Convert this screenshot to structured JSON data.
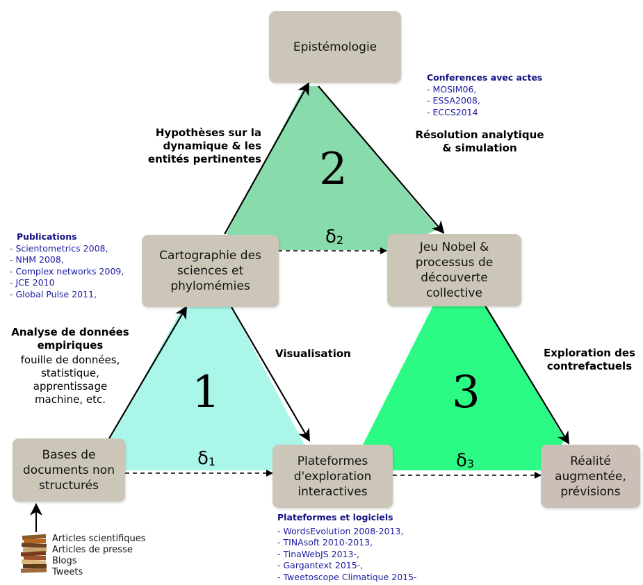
{
  "boxes": {
    "epistemologie": "Epistémologie",
    "cartographie": "Cartographie des\nsciences et\nphylomémies",
    "jeu_nobel": "Jeu Nobel &\nprocessus de\ndécouverte\ncollective",
    "bases": "Bases de\ndocuments non\nstructurés",
    "plateformes": "Plateformes\nd'exploration\ninteractives",
    "realite": "Réalité\naugmentée,\nprévisions"
  },
  "triangles": {
    "t1": "1",
    "t2": "2",
    "t3": "3"
  },
  "deltas": {
    "d1_symbol": "δ",
    "d1_index": "1",
    "d2_symbol": "δ",
    "d2_index": "2",
    "d3_symbol": "δ",
    "d3_index": "3"
  },
  "edge_labels": {
    "hypotheses": "Hypothèses sur la\ndynamique & les\nentités pertinentes",
    "resolution": "Résolution analytique\n& simulation",
    "analyse_title": "Analyse de données\nempiriques",
    "analyse_detail": "fouille de données,\nstatistique,\napprentissage\nmachine, etc.",
    "visualisation": "Visualisation",
    "exploration": "Exploration des\ncontrefactuels"
  },
  "lists": {
    "conferences": {
      "title": "Conferences avec actes",
      "items": [
        "- MOSIM06,",
        "- ESSA2008,",
        "- ECCS2014"
      ]
    },
    "publications": {
      "title": "Publications",
      "items": [
        "- Scientometrics 2008,",
        "- NHM 2008,",
        "- Complex networks 2009,",
        "- JCE 2010",
        "- Global Pulse 2011,"
      ]
    },
    "plateformes_logiciels": {
      "title": "Plateformes et logiciels",
      "items": [
        "- WordsEvolution 2008-2013,",
        "- TINAsoft 2010-2013,",
        "- TinaWebJS 2013-,",
        "- Gargantext 2015-,",
        "- Tweetoscope Climatique 2015-"
      ]
    }
  },
  "sources": [
    "Articles scientifiques",
    "Articles de presse",
    "Blogs",
    "Tweets"
  ],
  "icons": {
    "books": "book-stack-icon"
  },
  "colors": {
    "triangle1": "#aaf7ea",
    "triangle2": "#88dcab",
    "triangle3": "#2bfb85",
    "box": "#ccc6b8",
    "box_realite": "#cbbfb7",
    "list_text": "#1a1aa0"
  }
}
